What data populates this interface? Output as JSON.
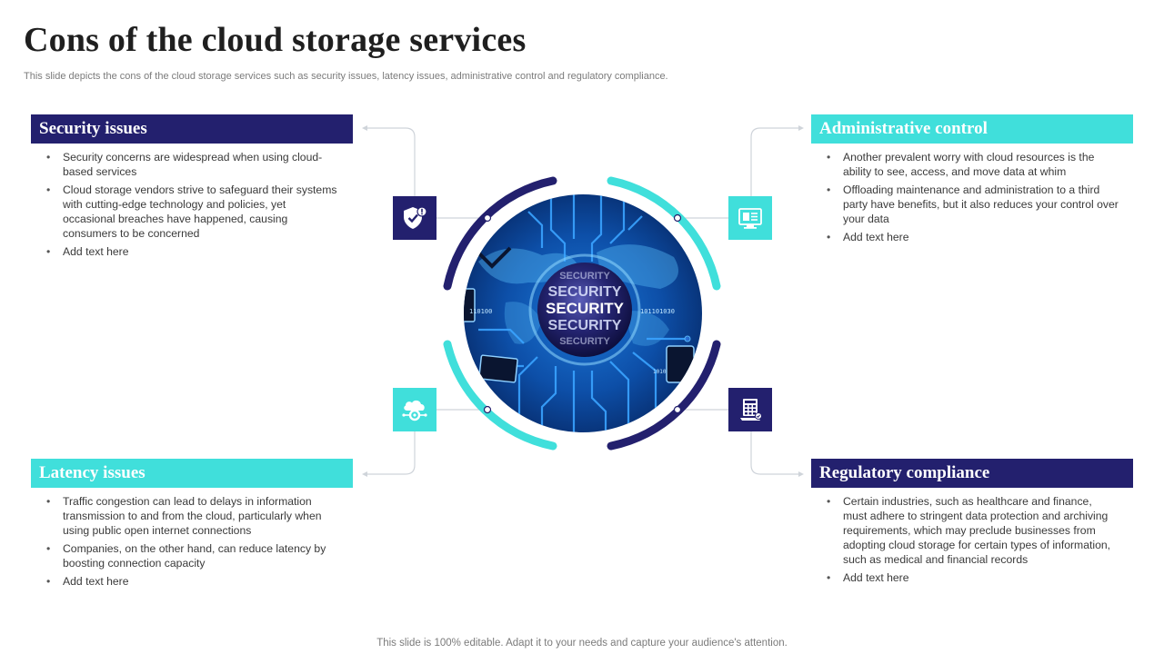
{
  "page": {
    "title": "Cons of the cloud storage services",
    "subtitle": "This slide depicts the cons of the cloud storage services such as security issues, latency issues, administrative control and regulatory compliance.",
    "footer": "This slide is 100% editable. Adapt it to your needs and capture your audience's attention."
  },
  "sections": {
    "security": {
      "title": "Security issues",
      "bullets": [
        "Security concerns are widespread when using cloud-based services",
        "Cloud storage vendors strive to safeguard their systems with cutting-edge technology and policies, yet occasional breaches have happened, causing consumers to be concerned",
        "Add text here"
      ]
    },
    "admin": {
      "title": "Administrative control",
      "bullets": [
        "Another prevalent worry with cloud resources is the ability to see, access, and move data at whim",
        "Offloading maintenance and administration to a third party have benefits, but it also reduces your control over your data",
        "Add text here"
      ]
    },
    "latency": {
      "title": "Latency issues",
      "bullets": [
        "Traffic congestion can lead to delays in information transmission to and from the cloud, particularly when using public open internet connections",
        "Companies, on the other hand, can reduce latency by boosting connection capacity",
        "Add text here"
      ]
    },
    "regulatory": {
      "title": "Regulatory compliance",
      "bullets": [
        "Certain industries, such as healthcare and finance, must adhere to stringent data protection and archiving requirements, which may preclude businesses from adopting cloud storage for certain types of information, such as medical and financial records",
        "Add text here"
      ]
    }
  },
  "center_image": {
    "globe_text": "SECURITY",
    "binary_labels": [
      "110100",
      "101101030",
      "1010"
    ]
  },
  "icons": {
    "security": "shield-alert-icon",
    "admin": "monitor-document-icon",
    "latency": "cloud-gear-icon",
    "regulatory": "calculator-document-icon"
  },
  "colors": {
    "navy": "#23206e",
    "cyan": "#40dfdb",
    "connector": "#cfd4da"
  }
}
